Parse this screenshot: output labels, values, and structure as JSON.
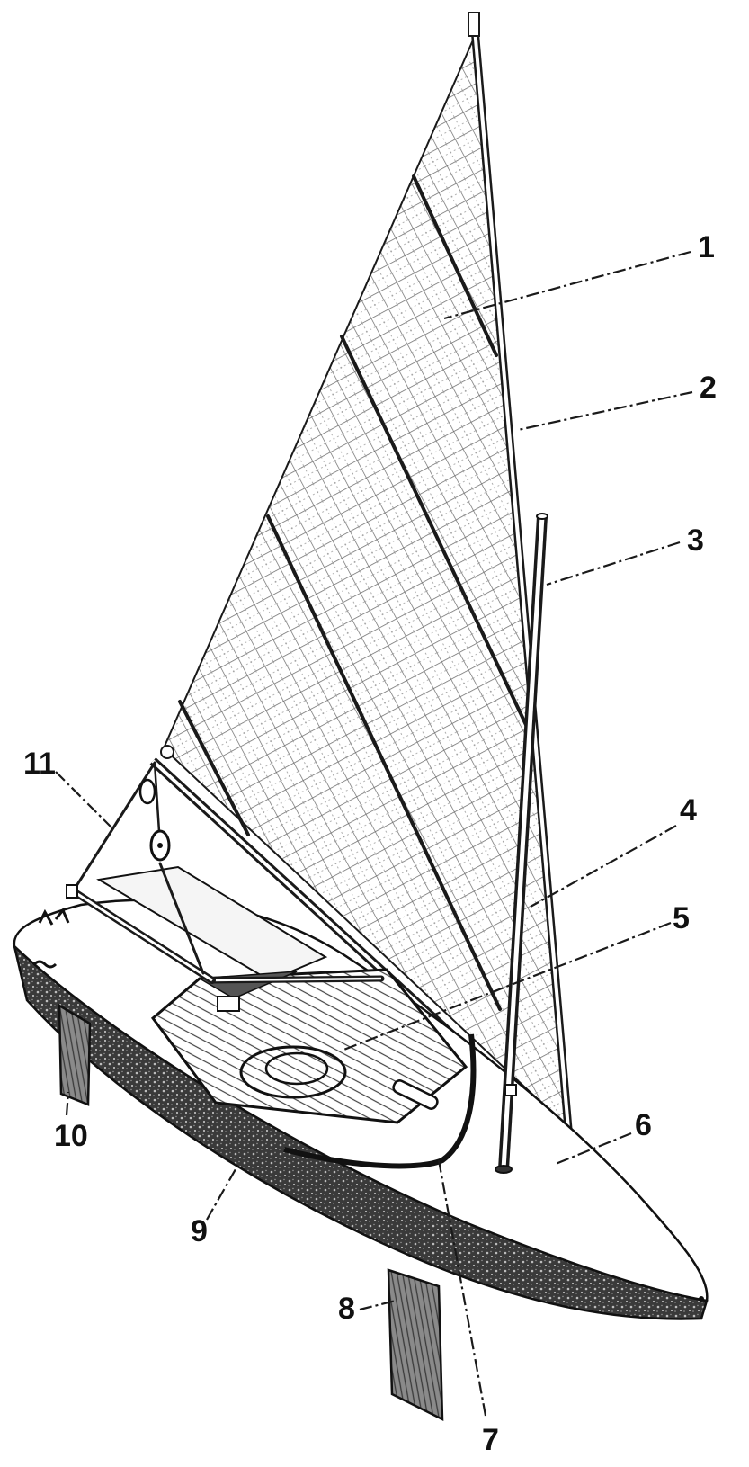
{
  "diagram": {
    "callouts": [
      {
        "id": "c1",
        "text": "1"
      },
      {
        "id": "c2",
        "text": "2"
      },
      {
        "id": "c3",
        "text": "3"
      },
      {
        "id": "c4",
        "text": "4"
      },
      {
        "id": "c5",
        "text": "5"
      },
      {
        "id": "c6",
        "text": "6"
      },
      {
        "id": "c7",
        "text": "7"
      },
      {
        "id": "c8",
        "text": "8"
      },
      {
        "id": "c9",
        "text": "9"
      },
      {
        "id": "c10",
        "text": "10"
      },
      {
        "id": "c11",
        "text": "11"
      }
    ],
    "colors": {
      "ink": "#1a1a1a",
      "hull_texture": "#2b2b2b",
      "sail_grid": "#5a5a5a",
      "paper": "#ffffff"
    }
  }
}
